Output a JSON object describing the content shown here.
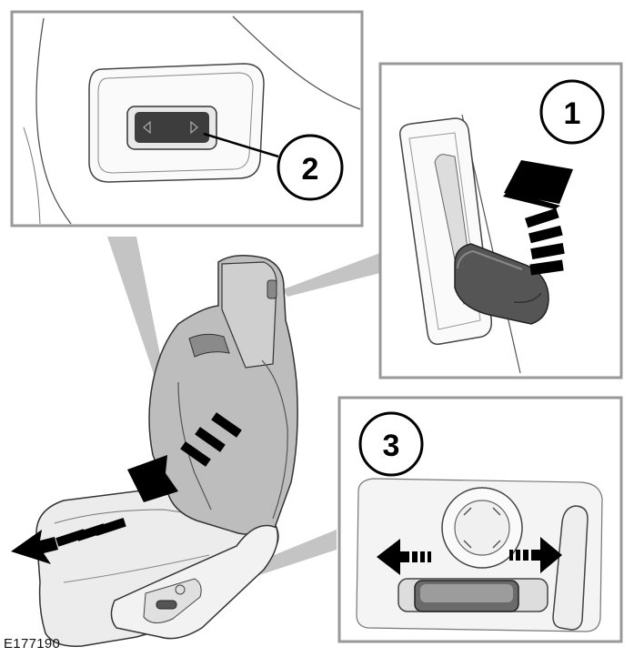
{
  "figure": {
    "reference_code": "E177190",
    "callouts": [
      "1",
      "2",
      "3"
    ],
    "colors": {
      "frame": "#9a9a9a",
      "line": "#3a3a3a",
      "seat_fill": "#bcbcbc",
      "arrow": "#000000",
      "guide_wedge": "#bdbdbd"
    }
  }
}
